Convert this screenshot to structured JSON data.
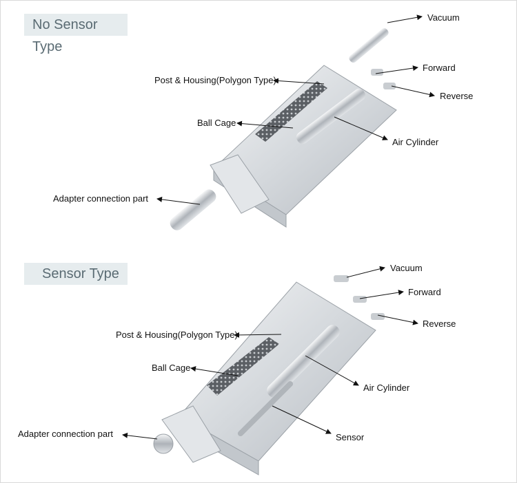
{
  "sections": [
    {
      "title": "No Sensor Type",
      "labels": {
        "vacuum": "Vacuum",
        "forward": "Forward",
        "reverse": "Reverse",
        "post_housing": "Post & Housing(Polygon Type)",
        "ball_cage": "Ball Cage",
        "air_cylinder": "Air Cylinder",
        "adapter": "Adapter connection part"
      }
    },
    {
      "title": "Sensor Type",
      "labels": {
        "vacuum": "Vacuum",
        "forward": "Forward",
        "reverse": "Reverse",
        "post_housing": "Post & Housing(Polygon Type)",
        "ball_cage": "Ball Cage",
        "air_cylinder": "Air Cylinder",
        "adapter": "Adapter connection part",
        "sensor": "Sensor"
      }
    }
  ],
  "colors": {
    "tag_bg": "#e6ecee",
    "tag_text": "#5a6b73",
    "arrow": "#111111",
    "metal": "#dfe2e5"
  }
}
